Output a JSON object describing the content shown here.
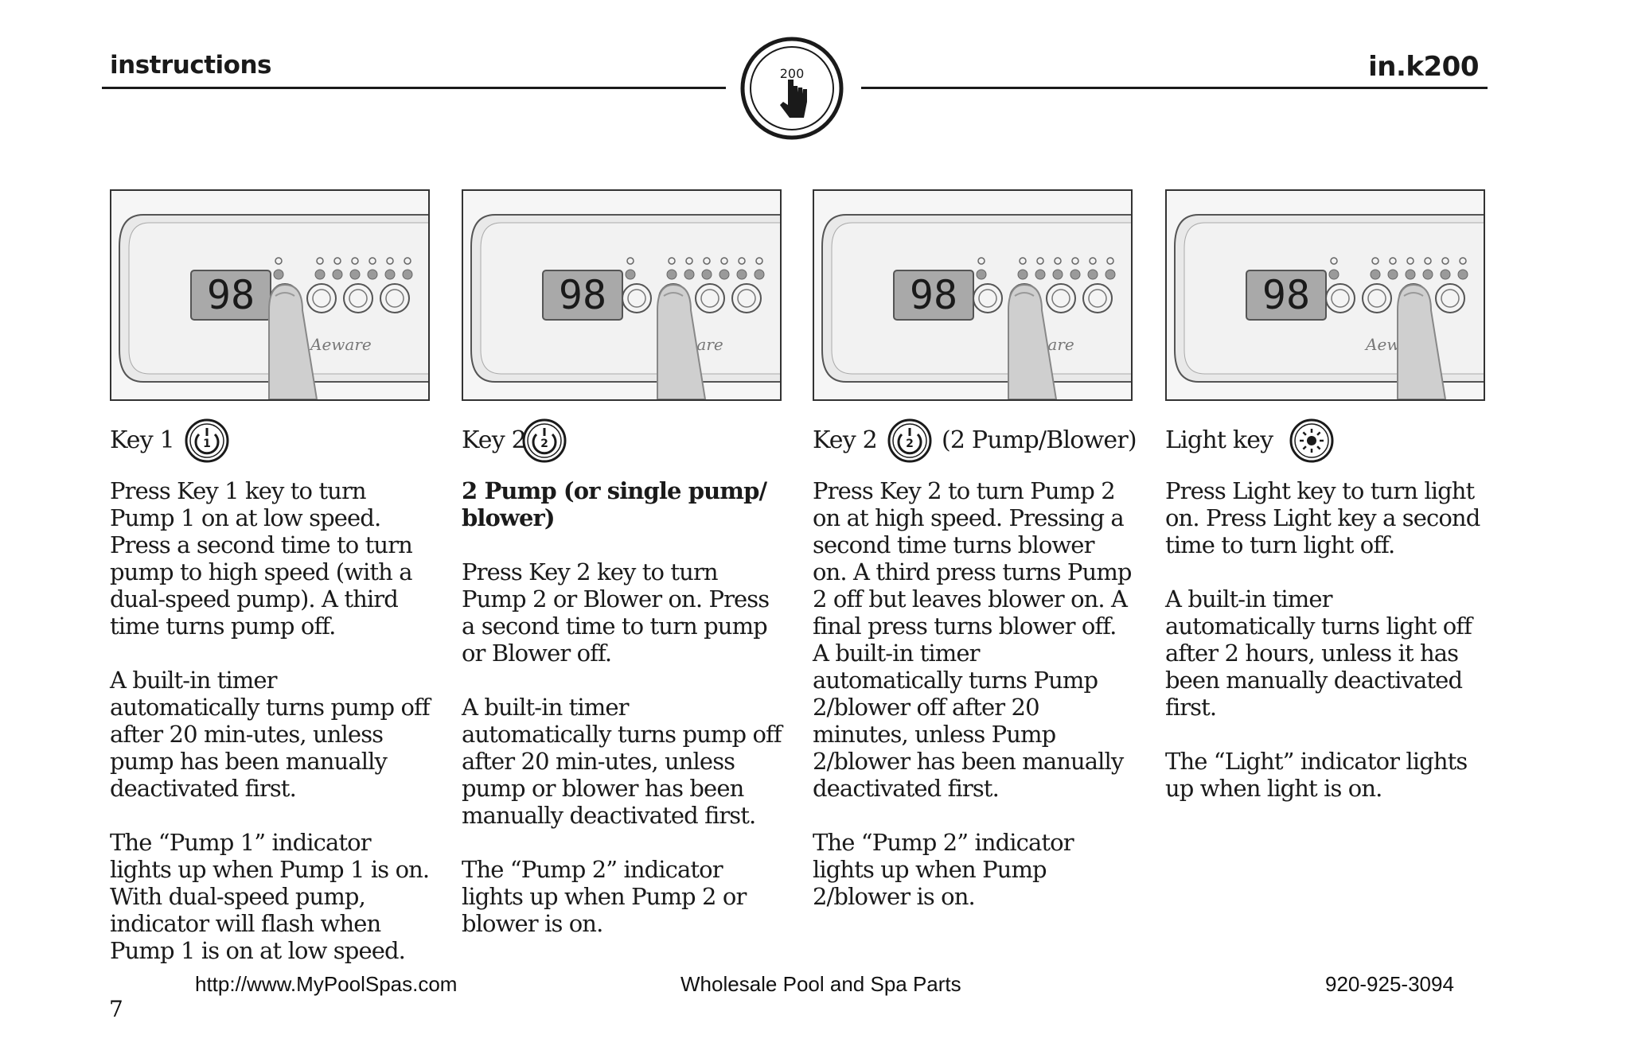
{
  "header": {
    "left": "instructions",
    "right": "in.k200",
    "logo_text": "200"
  },
  "columns": [
    {
      "title": "Key 1",
      "suffix": "",
      "icon": "pump1-key-icon",
      "icon_label": "1",
      "subheading": "",
      "paragraphs": [
        "Press Key 1 key to turn Pump 1 on at low speed. Press a second time to turn pump to high speed (with a dual-speed pump). A third time turns pump off.",
        "A built-in timer automatically turns pump off after 20 min-utes, unless pump has been manually deactivated first.",
        "The “Pump 1” indicator lights up when Pump 1 is on. With dual-speed pump, indicator will flash when Pump 1 is on at low speed."
      ],
      "display": "98"
    },
    {
      "title": "Key 2",
      "suffix": "",
      "icon": "pump2-key-icon",
      "icon_label": "2",
      "subheading": "2 Pump (or single pump/ blower)",
      "paragraphs": [
        "Press Key 2 key to turn Pump 2 or Blower on. Press a second time to turn pump or Blower off.",
        "A built-in timer automatically turns pump off after 20 min-utes, unless pump or blower has been manually deactivated first.",
        "The “Pump 2” indicator lights up when Pump 2 or blower is on."
      ],
      "display": "98"
    },
    {
      "title": "Key 2",
      "suffix": "(2 Pump/Blower)",
      "icon": "pump2-key-icon",
      "icon_label": "2",
      "subheading": "",
      "paragraphs": [
        "Press Key 2 to turn Pump 2 on at high speed. Pressing a second time turns blower on. A third press turns Pump 2 off but leaves blower on. A final press turns blower off. A built-in timer automatically turns Pump 2/blower off after 20 minutes, unless Pump 2/blower has been manually deactivated first.",
        "The “Pump 2” indicator lights up when Pump 2/blower is on."
      ],
      "display": "98"
    },
    {
      "title": "Light key",
      "suffix": "",
      "icon": "light-key-icon",
      "icon_label": "",
      "subheading": "",
      "paragraphs": [
        "Press Light key to turn light on. Press Light key a second time to turn light off.",
        "A built-in timer automatically turns light off after 2 hours, unless it has been manually deactivated first.",
        "The “Light” indicator lights up when light is on."
      ],
      "display": "98"
    }
  ],
  "footer": {
    "url": "http://www.MyPoolSpas.com",
    "center": "Wholesale Pool and Spa Parts",
    "phone": "920-925-3094",
    "page": "7"
  },
  "colors": {
    "text": "#1a1a1a",
    "panel_bg": "#ececec",
    "display_bg": "#a9a9a9"
  }
}
